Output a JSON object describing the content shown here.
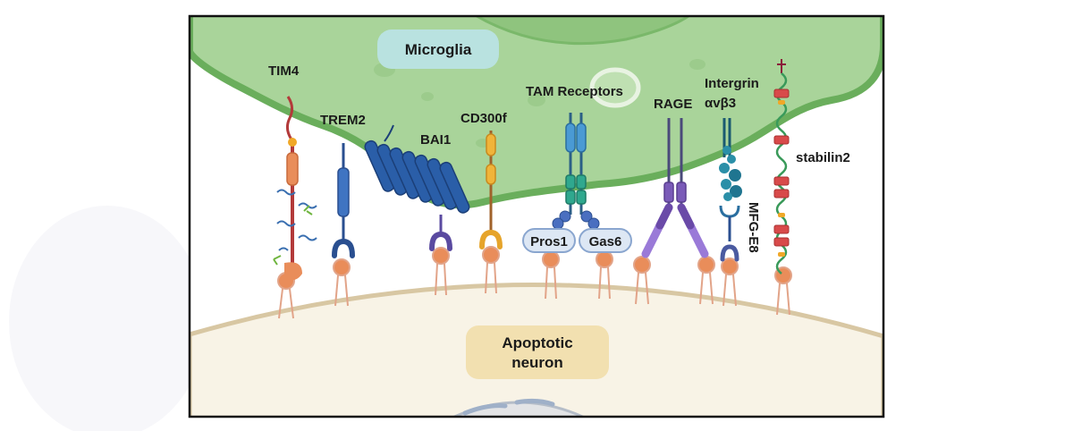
{
  "labels": {
    "microglia": "Microglia",
    "apoptotic_line1": "Apoptotic",
    "apoptotic_line2": "neuron",
    "tim4": "TIM4",
    "trem2": "TREM2",
    "bai1": "BAI1",
    "cd300f": "CD300f",
    "tam_receptors": "TAM Receptors",
    "pros1": "Pros1",
    "gas6": "Gas6",
    "rage": "RAGE",
    "integrin_line1": "Intergrin",
    "integrin_line2": "αvβ3",
    "mfge8": "MFG-E8",
    "stabilin2": "stabilin2"
  },
  "colors": {
    "microglia_fill": "#a9d49a",
    "microglia_edge": "#6aae5c",
    "neuron_fill": "#f8f3e6",
    "neuron_edge": "#d8c7a3",
    "ps_head": "#e98d5a",
    "microglia_label_bg": "#b9e2e0",
    "neuron_label_bg": "#f2e0b0"
  }
}
